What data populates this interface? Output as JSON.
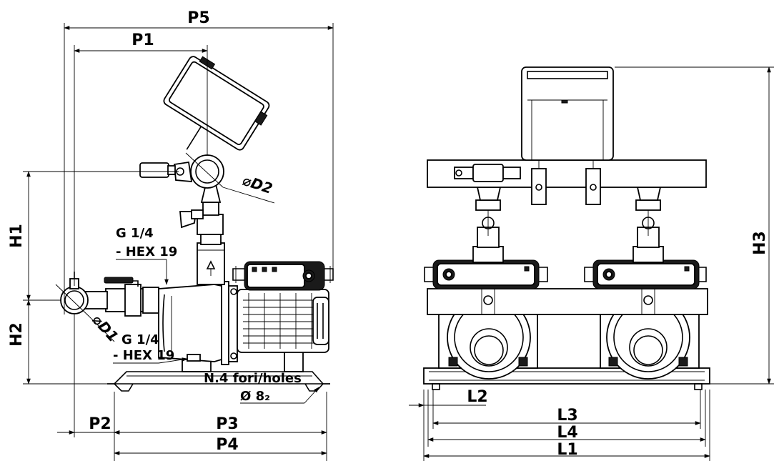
{
  "dimensions": {
    "p5": "P5",
    "p1": "P1",
    "p2": "P2",
    "p3": "P3",
    "p4": "P4",
    "h1": "H1",
    "h2": "H2",
    "h3": "H3",
    "d1": "⌀D1",
    "d2": "⌀D2",
    "l1": "L1",
    "l2": "L2",
    "l3": "L3",
    "l4": "L4"
  },
  "notes": {
    "upper_port_line1": "G 1/4",
    "upper_port_line2": "- HEX 19",
    "lower_port_line1": "G 1/4",
    "lower_port_line2": "- HEX 19",
    "holes_line1": "N.4 fori/holes",
    "holes_line2": "Ø 8₂"
  },
  "colors": {
    "line": "#000000",
    "background": "#ffffff"
  }
}
